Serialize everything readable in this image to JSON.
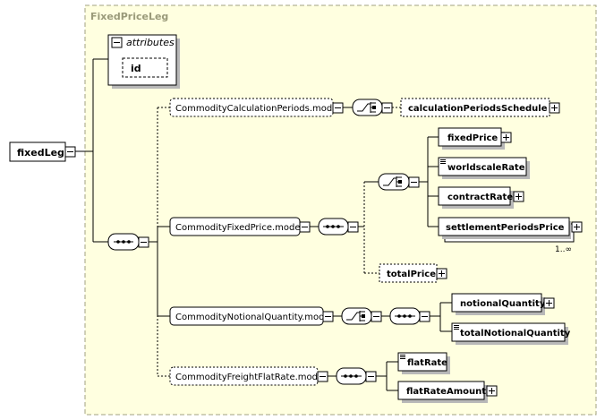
{
  "colors": {
    "complex_fill": "#FFFFE0",
    "complex_stroke": "#A0A080",
    "title_text": "#9A9A7A",
    "element_fill": "#FFFFFF",
    "shadow": "#B8B8B8",
    "line": "#000000"
  },
  "complex_type": {
    "title": "FixedPriceLeg"
  },
  "attributes_box": {
    "label": "attributes",
    "attr": "id"
  },
  "root": {
    "label": "fixedLeg"
  },
  "groups": {
    "calc": "CommodityCalculationPeriods.model",
    "fixed": "CommodityFixedPrice.model",
    "notional": "CommodityNotionalQuantity.model",
    "freight": "CommodityFreightFlatRate.model"
  },
  "elements": {
    "calculation_periods_schedule": "calculationPeriodsSchedule",
    "fixed_price": "fixedPrice",
    "worldscale_rate": "worldscaleRate",
    "contract_rate": "contractRate",
    "settlement_periods_price": "settlementPeriodsPrice",
    "total_price": "totalPrice",
    "notional_quantity": "notionalQuantity",
    "total_notional_quantity": "totalNotionalQuantity",
    "flat_rate": "flatRate",
    "flat_rate_amount": "flatRateAmount"
  },
  "cardinality": {
    "settlement_periods_price": "1..∞"
  },
  "icons": {
    "expand": "plus-box-icon",
    "collapse": "minus-box-icon",
    "sequence": "sequence-compositor-icon",
    "choice": "choice-compositor-icon",
    "simple_content": "simple-content-lines-icon"
  }
}
